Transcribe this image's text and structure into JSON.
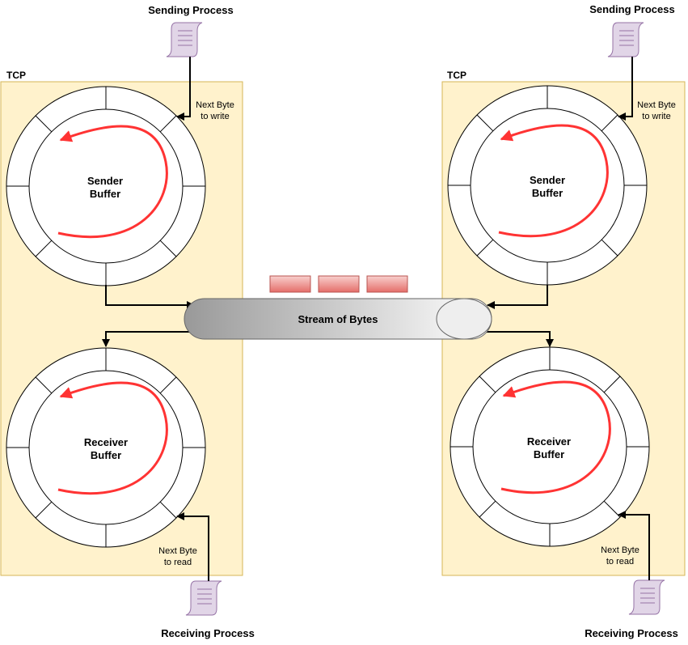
{
  "left": {
    "tcp_label": "TCP",
    "sending_process": "Sending Process",
    "receiving_process": "Receiving Process",
    "sender_buffer": [
      "Sender",
      "Buffer"
    ],
    "receiver_buffer": [
      "Receiver",
      "Buffer"
    ],
    "next_write": [
      "Next Byte",
      "to write"
    ],
    "next_read": [
      "Next Byte",
      "to read"
    ]
  },
  "right": {
    "tcp_label": "TCP",
    "sending_process": "Sending Process",
    "receiving_process": "Receiving Process",
    "sender_buffer": [
      "Sender",
      "Buffer"
    ],
    "receiver_buffer": [
      "Receiver",
      "Buffer"
    ],
    "next_write": [
      "Next Byte",
      "to write"
    ],
    "next_read": [
      "Next Byte",
      "to read"
    ]
  },
  "stream_label": "Stream of Bytes",
  "colors": {
    "tcp_fill": "#fff2cc",
    "tcp_stroke": "#d6b656",
    "arrow_red": "#ff3333",
    "packet_fill": "#f19c99",
    "packet_stroke": "#b85450",
    "doc_fill": "#e1d5e7",
    "doc_stroke": "#9673a6"
  }
}
